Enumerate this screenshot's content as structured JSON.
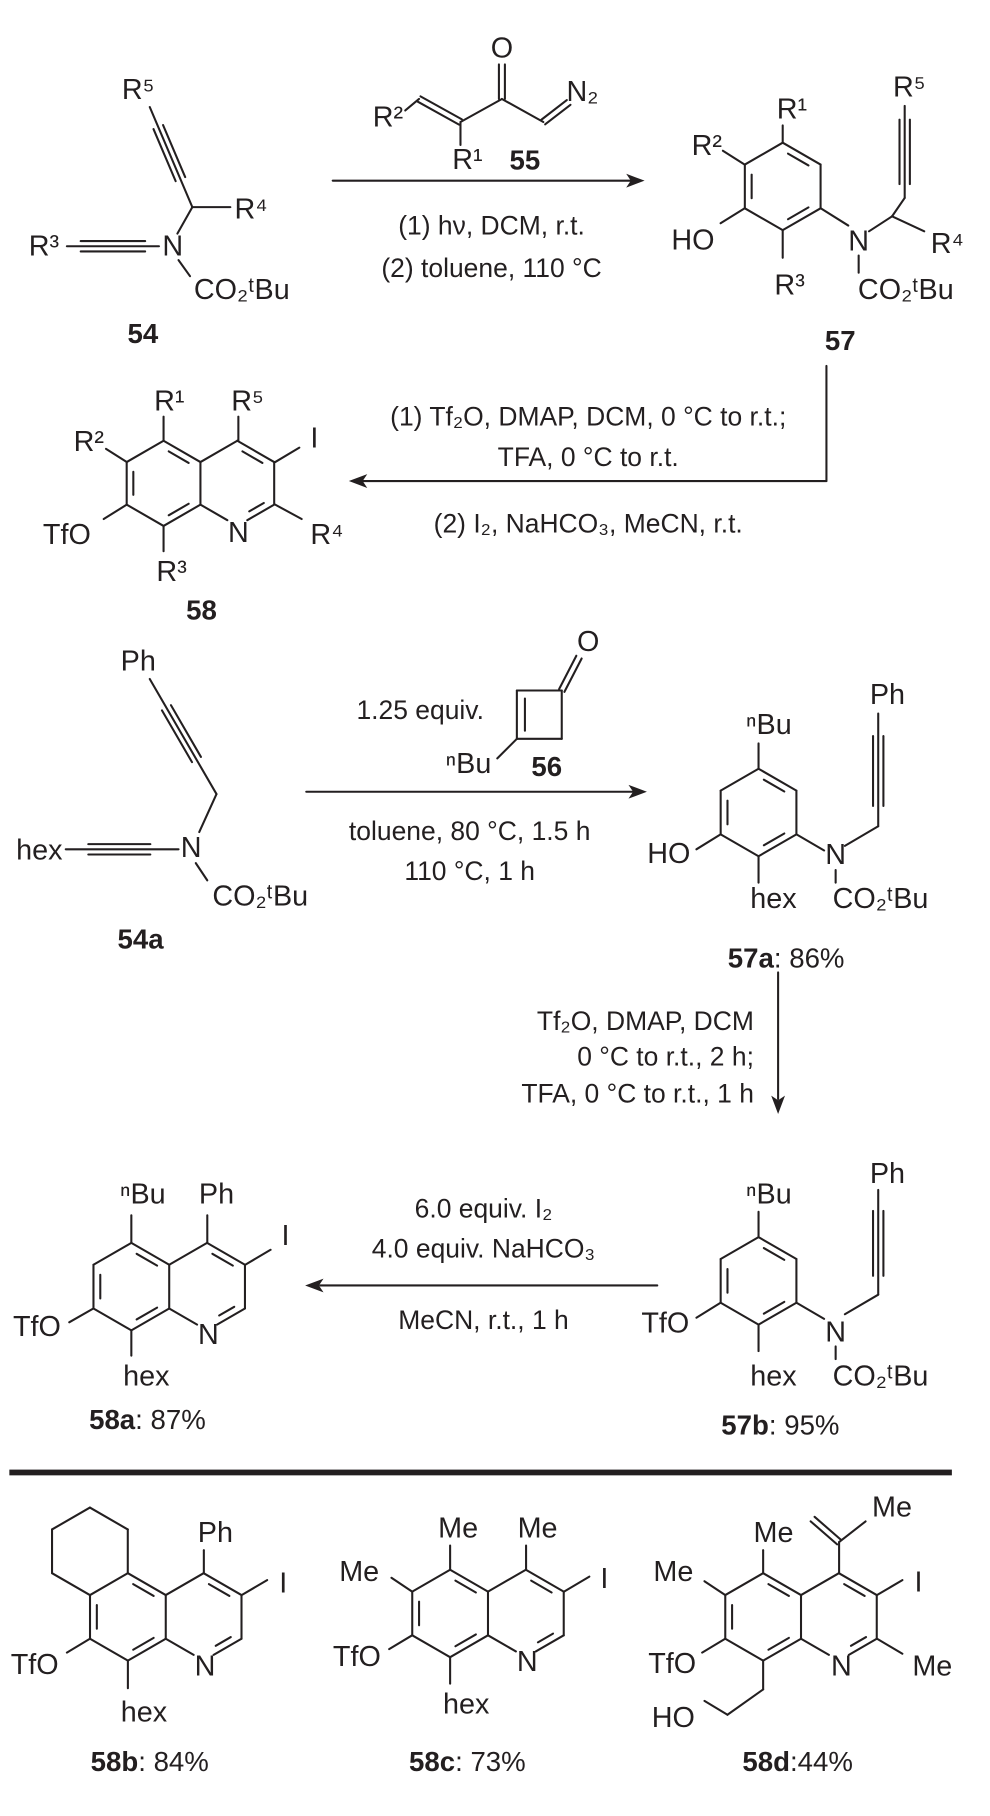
{
  "scheme_general": {
    "compound_54": {
      "id": "54",
      "atoms": {
        "R5": "R⁵",
        "R4": "R⁴",
        "R3": "R³",
        "N": "N",
        "boc": "CO₂ᵗBu"
      }
    },
    "reagent_55": {
      "id": "55",
      "atoms": {
        "O": "O",
        "N2": "N₂",
        "R2": "R²",
        "R1": "R¹"
      }
    },
    "step1_conditions": [
      "(1) hν, DCM, r.t.",
      "(2) toluene, 110 °C"
    ],
    "compound_57": {
      "id": "57",
      "atoms": {
        "R1": "R¹",
        "R2": "R²",
        "HO": "HO",
        "R3": "R³",
        "N": "N",
        "boc": "CO₂ᵗBu",
        "R4": "R⁴",
        "R5": "R⁵"
      }
    },
    "step2_conditions": [
      "(1) Tf₂O,  DMAP,  DCM, 0 °C to r.t.;",
      "TFA, 0 °C to r.t.",
      "(2) I₂, NaHCO₃, MeCN, r.t."
    ],
    "compound_58": {
      "id": "58",
      "atoms": {
        "R1": "R¹",
        "R5": "R⁵",
        "R2": "R²",
        "TfO": "TfO",
        "R3": "R³",
        "I": "I",
        "N": "N",
        "R4": "R⁴"
      }
    }
  },
  "scheme_example": {
    "compound_54a": {
      "id": "54a",
      "atoms": {
        "Ph": "Ph",
        "hex": "hex",
        "N": "N",
        "boc": "CO₂ᵗBu"
      }
    },
    "reagent_56": {
      "id": "56",
      "amount": "1.25 equiv.",
      "atoms": {
        "O": "O",
        "nBu": "ⁿBu"
      }
    },
    "step1_conditions": [
      "toluene, 80 °C, 1.5 h",
      "110 °C, 1 h"
    ],
    "compound_57a": {
      "id": "57a",
      "yield": ": 86%",
      "atoms": {
        "nBu": "ⁿBu",
        "Ph": "Ph",
        "HO": "HO",
        "hex": "hex",
        "N": "N",
        "boc": "CO₂ᵗBu"
      }
    },
    "step2_conditions": [
      "Tf₂O,  DMAP,  DCM",
      "0 °C to r.t., 2 h;",
      "TFA, 0 °C to r.t., 1 h"
    ],
    "compound_57b": {
      "id": "57b",
      "yield": ": 95%",
      "atoms": {
        "nBu": "ⁿBu",
        "Ph": "Ph",
        "TfO": "TfO",
        "hex": "hex",
        "N": "N",
        "boc": "CO₂ᵗBu"
      }
    },
    "step3_conditions": [
      "6.0 equiv. I₂",
      "4.0 equiv. NaHCO₃",
      "MeCN, r.t., 1 h"
    ],
    "compound_58a": {
      "id": "58a",
      "yield": ": 87%",
      "atoms": {
        "nBu": "ⁿBu",
        "Ph": "Ph",
        "I": "I",
        "TfO": "TfO",
        "N": "N",
        "hex": "hex"
      }
    }
  },
  "products": [
    {
      "id": "58b",
      "yield": ": 84%",
      "atoms": {
        "Ph": "Ph",
        "I": "I",
        "TfO": "TfO",
        "N": "N",
        "hex": "hex"
      }
    },
    {
      "id": "58c",
      "yield": ": 73%",
      "atoms": {
        "Me1": "Me",
        "Me2": "Me",
        "Me3": "Me",
        "I": "I",
        "TfO": "TfO",
        "N": "N",
        "hex": "hex"
      }
    },
    {
      "id": "58d",
      "yield": ":44%",
      "atoms": {
        "Me_vinyl": "Me",
        "Me1": "Me",
        "Me2": "Me",
        "I": "I",
        "TfO": "TfO",
        "N": "N",
        "Me3": "Me",
        "HO": "HO"
      }
    }
  ]
}
